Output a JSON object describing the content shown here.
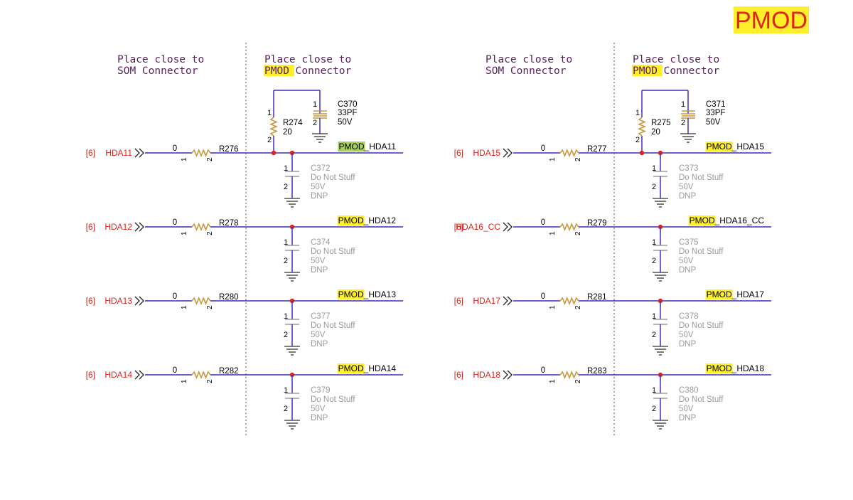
{
  "page_title": "PMOD",
  "colors": {
    "wire": "#3a2fc0",
    "port_text": "#e0241d",
    "note_text": "#5a1e5a",
    "resistor": "#c9963b",
    "cap_body": "#9a9a9a",
    "active_cap_body": "#c9963b",
    "junction": "#e0241d",
    "highlight": "#ffef2a",
    "highlight_green": "#a6d05a",
    "dnp_text": "#9a9a9a",
    "title_text": "#e0241d",
    "divider": "#555555"
  },
  "notes": {
    "som_line1": "Place close to",
    "som_line2": "SOM Connector",
    "pmod_line1": "Place close to",
    "pmod_line2_hl": "PMOD",
    "pmod_line2_rest": " Connector"
  },
  "pin_labels": {
    "one": "1",
    "two": "2"
  },
  "groups": [
    {
      "pullup": {
        "res_ref": "R274",
        "res_val": "20",
        "cap_ref": "C370",
        "cap_val": "33PF",
        "cap_volt": "50V"
      },
      "channels": [
        {
          "ref": "[6]",
          "net": "HDA11",
          "res_val": "0",
          "res": "R276",
          "out_hl": "PMOD",
          "out_rest": "_HDA11",
          "out_green": true,
          "cap": "C372",
          "cap_l1": "Do Not Stuff",
          "cap_l2": "50V",
          "cap_l3": "DNP"
        },
        {
          "ref": "[6]",
          "net": "HDA12",
          "res_val": "0",
          "res": "R278",
          "out_hl": "PMOD",
          "out_rest": "_HDA12",
          "out_green": false,
          "cap": "C374",
          "cap_l1": "Do Not Stuff",
          "cap_l2": "50V",
          "cap_l3": "DNP"
        },
        {
          "ref": "[6]",
          "net": "HDA13",
          "res_val": "0",
          "res": "R280",
          "out_hl": "PMOD",
          "out_rest": "_HDA13",
          "out_green": false,
          "cap": "C377",
          "cap_l1": "Do Not Stuff",
          "cap_l2": "50V",
          "cap_l3": "DNP"
        },
        {
          "ref": "[6]",
          "net": "HDA14",
          "res_val": "0",
          "res": "R282",
          "out_hl": "PMOD",
          "out_rest": "_HDA14",
          "out_green": false,
          "cap": "C379",
          "cap_l1": "Do Not Stuff",
          "cap_l2": "50V",
          "cap_l3": "DNP"
        }
      ]
    },
    {
      "pullup": {
        "res_ref": "R275",
        "res_val": "20",
        "cap_ref": "C371",
        "cap_val": "33PF",
        "cap_volt": "50V"
      },
      "channels": [
        {
          "ref": "[6]",
          "net": "HDA15",
          "res_val": "0",
          "res": "R277",
          "out_hl": "PMOD",
          "out_rest": "_HDA15",
          "out_green": false,
          "cap": "C373",
          "cap_l1": "Do Not Stuff",
          "cap_l2": "50V",
          "cap_l3": "DNP"
        },
        {
          "ref": "[6]",
          "net": "HDA16_CC",
          "res_val": "0",
          "res": "R279",
          "out_hl": "PMOD",
          "out_rest": "_HDA16_CC",
          "out_green": false,
          "cap": "C375",
          "cap_l1": "Do Not Stuff",
          "cap_l2": "50V",
          "cap_l3": "DNP"
        },
        {
          "ref": "[6]",
          "net": "HDA17",
          "res_val": "0",
          "res": "R281",
          "out_hl": "PMOD",
          "out_rest": "_HDA17",
          "out_green": false,
          "cap": "C378",
          "cap_l1": "Do Not Stuff",
          "cap_l2": "50V",
          "cap_l3": "DNP"
        },
        {
          "ref": "[6]",
          "net": "HDA18",
          "res_val": "0",
          "res": "R283",
          "out_hl": "PMOD",
          "out_rest": "_HDA18",
          "out_green": false,
          "cap": "C380",
          "cap_l1": "Do Not Stuff",
          "cap_l2": "50V",
          "cap_l3": "DNP"
        }
      ]
    }
  ]
}
